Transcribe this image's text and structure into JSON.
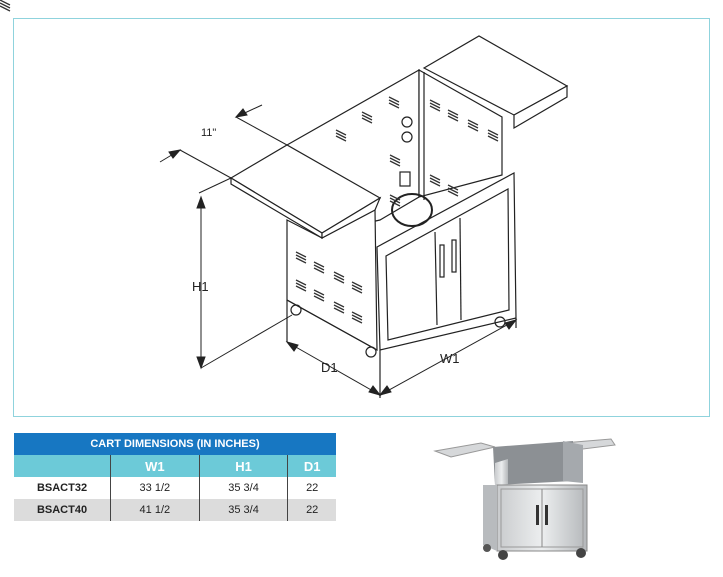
{
  "diagram": {
    "labels": {
      "shelf_depth": "11\"",
      "height": "H1",
      "depth": "D1",
      "width": "W1"
    }
  },
  "table": {
    "title": "CART DIMENSIONS (IN INCHES)",
    "columns": [
      "",
      "W1",
      "H1",
      "D1"
    ],
    "rows": [
      {
        "model": "BSACT32",
        "w1": "33 1/2",
        "h1": "35 3/4",
        "d1": "22"
      },
      {
        "model": "BSACT40",
        "w1": "41 1/2",
        "h1": "35 3/4",
        "d1": "22"
      }
    ],
    "colors": {
      "title_bg": "#1777c2",
      "header_bg": "#6ccad8",
      "alt_row_bg": "#dcdcdc"
    }
  }
}
